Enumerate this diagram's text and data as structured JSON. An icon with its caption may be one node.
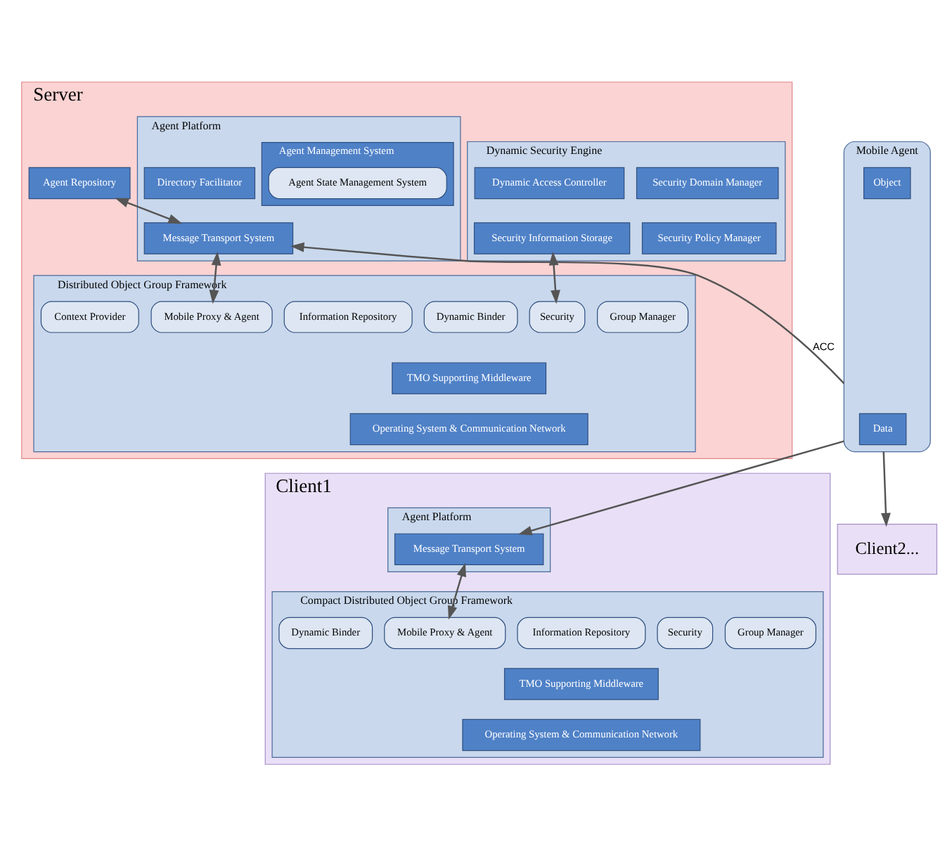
{
  "diagram": {
    "nodes": [
      {
        "text": [
          "Server"
        ]
      },
      {
        "text": [
          "Agent Repository"
        ],
        "in": 0
      },
      {
        "text": [
          "Dynamic Security Engine"
        ],
        "in": 0
      },
      {
        "text": [
          "Security Domain Manager"
        ],
        "in": 2
      },
      {
        "text": [
          "Dynamic Access Controller"
        ],
        "in": 2
      },
      {
        "text": [
          "Security Policy Manager"
        ],
        "in": 2
      },
      {
        "text": [
          "Security Information Storage"
        ],
        "in": 2
      },
      {
        "text": [
          "Agent Platform"
        ],
        "in": 0
      },
      {
        "text": [
          "Agent Management System"
        ],
        "in": 7
      },
      {
        "text": [
          "Agent State Management System"
        ],
        "in": 8
      },
      {
        "text": [
          "Directory Facilitator"
        ],
        "in": 7
      },
      {
        "text": [
          "Message Transport System"
        ],
        "in": 7
      },
      {
        "text": [
          "Distributed Object Group Framework"
        ],
        "in": 0
      },
      {
        "text": [
          "Group Manager"
        ],
        "in": 12
      },
      {
        "text": [
          "Security"
        ],
        "in": 12
      },
      {
        "text": [
          "Dynamic Binder"
        ],
        "in": 12
      },
      {
        "text": [
          "Information Repository"
        ],
        "in": 12
      },
      {
        "text": [
          "Mobile Proxy & Agent"
        ],
        "in": 12
      },
      {
        "text": [
          "Context Provider"
        ],
        "in": 12
      },
      {
        "text": [
          "TMO Supporting Middleware"
        ],
        "in": 12
      },
      {
        "text": [
          "Operating System & Communication Network"
        ],
        "in": 12
      },
      {
        "text": [
          "Client1"
        ]
      },
      {
        "text": [
          "Agent Platform"
        ],
        "in": 21
      },
      {
        "text": [
          "Message Transport System"
        ],
        "in": 22
      },
      {
        "text": [
          "Compact Distributed Object Group Framework"
        ],
        "in": 21
      },
      {
        "text": [
          "Group Manager"
        ],
        "in": 24
      },
      {
        "text": [
          "Security"
        ],
        "in": 24
      },
      {
        "text": [
          "Information Repository"
        ],
        "in": 24
      },
      {
        "text": [
          "Mobile Proxy & Agent"
        ],
        "in": 24
      },
      {
        "text": [
          "Dynamic Binder"
        ],
        "in": 24
      },
      {
        "text": [
          "TMO Supporting Middleware"
        ],
        "in": 24
      },
      {
        "text": [
          "Operating System & Communication Network"
        ],
        "in": 24
      },
      {
        "text": [
          "Mobile Agent"
        ]
      },
      {
        "text": [
          "Object"
        ],
        "in": 32
      },
      {
        "text": [
          "Data"
        ],
        "in": 32
      },
      {
        "text": [
          "Client2..."
        ]
      }
    ],
    "edges": [
      {
        "from": 1,
        "to": 11,
        "arrow": "both"
      },
      {
        "from": 6,
        "to": 14,
        "arrow": "both"
      },
      {
        "from": 11,
        "to": 17,
        "arrow": "both"
      },
      {
        "from": 32,
        "to": 11,
        "arrow": "to",
        "label": "ACC"
      },
      {
        "from": 32,
        "to": 23,
        "arrow": "to"
      },
      {
        "from": 32,
        "to": 35,
        "arrow": "to"
      },
      {
        "from": 23,
        "to": 28,
        "arrow": "both"
      }
    ]
  }
}
